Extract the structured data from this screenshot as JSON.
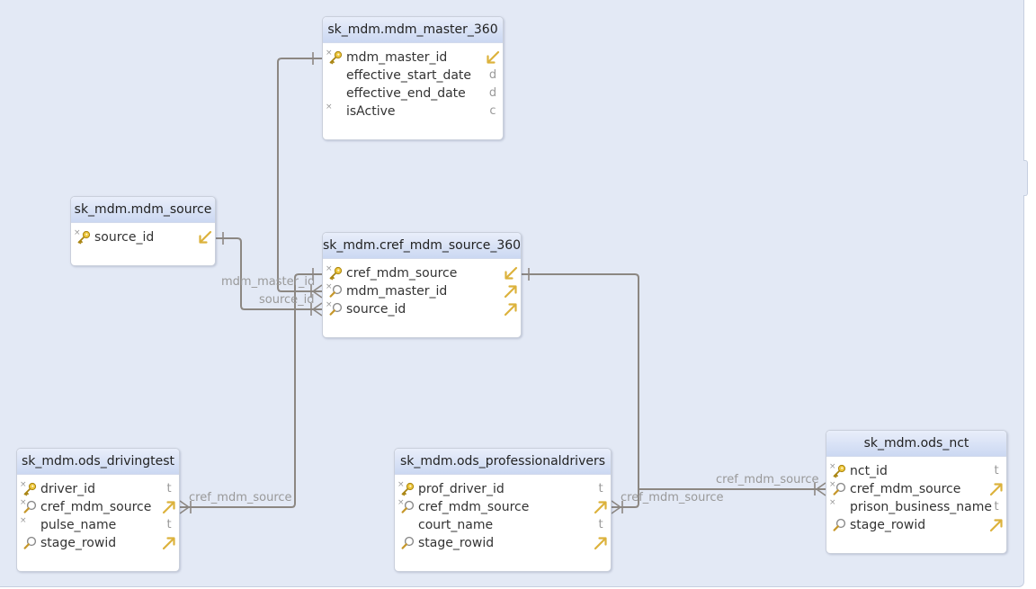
{
  "tables": [
    {
      "name": "sk_mdm.mdm_master_360",
      "columns": [
        {
          "name": "mdm_master_id",
          "nn": true,
          "icon": "key-icon",
          "type": "pk-link-icon"
        },
        {
          "name": "effective_start_date",
          "nn": false,
          "icon": "",
          "type": "d"
        },
        {
          "name": "effective_end_date",
          "nn": false,
          "icon": "",
          "type": "d"
        },
        {
          "name": "isActive",
          "nn": true,
          "icon": "",
          "type": "c"
        }
      ]
    },
    {
      "name": "sk_mdm.mdm_source",
      "columns": [
        {
          "name": "source_id",
          "nn": true,
          "icon": "key-icon",
          "type": "pk-link-icon"
        }
      ]
    },
    {
      "name": "sk_mdm.cref_mdm_source_360",
      "columns": [
        {
          "name": "cref_mdm_source",
          "nn": true,
          "icon": "key-icon",
          "type": "pk-link-icon"
        },
        {
          "name": "mdm_master_id",
          "nn": true,
          "icon": "index-icon",
          "type": "fk-link-icon"
        },
        {
          "name": "source_id",
          "nn": true,
          "icon": "index-icon",
          "type": "fk-link-icon"
        }
      ]
    },
    {
      "name": "sk_mdm.ods_drivingtest",
      "columns": [
        {
          "name": "driver_id",
          "nn": true,
          "icon": "key-icon",
          "type": "t"
        },
        {
          "name": "cref_mdm_source",
          "nn": true,
          "icon": "index-icon",
          "type": "fk-link-icon"
        },
        {
          "name": "pulse_name",
          "nn": true,
          "icon": "",
          "type": "t"
        },
        {
          "name": "stage_rowid",
          "nn": false,
          "icon": "index-icon",
          "type": "fk-link-icon"
        }
      ]
    },
    {
      "name": "sk_mdm.ods_professionaldrivers",
      "columns": [
        {
          "name": "prof_driver_id",
          "nn": true,
          "icon": "key-icon",
          "type": "t"
        },
        {
          "name": "cref_mdm_source",
          "nn": true,
          "icon": "index-icon",
          "type": "fk-link-icon"
        },
        {
          "name": "court_name",
          "nn": false,
          "icon": "",
          "type": "t"
        },
        {
          "name": "stage_rowid",
          "nn": false,
          "icon": "index-icon",
          "type": "fk-link-icon"
        }
      ]
    },
    {
      "name": "sk_mdm.ods_nct",
      "columns": [
        {
          "name": "nct_id",
          "nn": true,
          "icon": "key-icon",
          "type": "t"
        },
        {
          "name": "cref_mdm_source",
          "nn": true,
          "icon": "index-icon",
          "type": "fk-link-icon"
        },
        {
          "name": "prison_business_name",
          "nn": true,
          "icon": "",
          "type": "t"
        },
        {
          "name": "stage_rowid",
          "nn": false,
          "icon": "index-icon",
          "type": "fk-link-icon"
        }
      ]
    }
  ],
  "relationships": [
    {
      "label": "mdm_master_id"
    },
    {
      "label": "source_id"
    },
    {
      "label": "cref_mdm_source"
    },
    {
      "label": "cref_mdm_source"
    },
    {
      "label": "cref_mdm_source"
    }
  ],
  "colors": {
    "canvas": "#e3e9f5",
    "header": "#cbd8f2",
    "connector": "#8c8782",
    "key": "#d2ab22"
  }
}
